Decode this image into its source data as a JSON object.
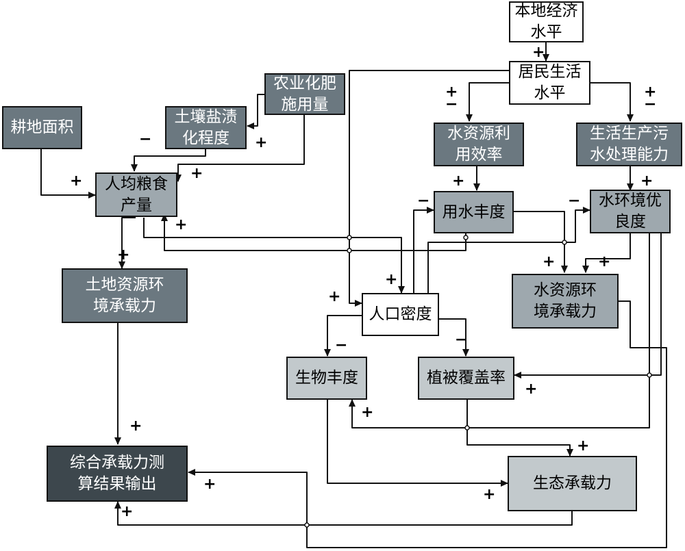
{
  "nodes": {
    "local_economy": "本地经济\n水平",
    "resident_life": "居民生活\n水平",
    "fertilizer": "农业化肥\n施用量",
    "soil_salinization": "土壤盐渍\n化程度",
    "farmland": "耕地面积",
    "grain_per_capita": "人均粮食\n产量",
    "water_use_efficiency": "水资源利\n用效率",
    "sewage_capacity": "生活生产污\n水处理能力",
    "water_abundance": "用水丰度",
    "water_env_quality": "水环境优\n良度",
    "land_capacity": "土地资源环\n境承载力",
    "population_density": "人口密度",
    "water_capacity": "水资源环\n境承载力",
    "bio_abundance": "生物丰度",
    "vegetation_cover": "植被覆盖率",
    "integrated_output": "综合承载力测\n算结果输出",
    "eco_capacity": "生态承载力"
  },
  "signs": {
    "plus": "+",
    "minus": "−",
    "plus_minus": "+\n−"
  }
}
